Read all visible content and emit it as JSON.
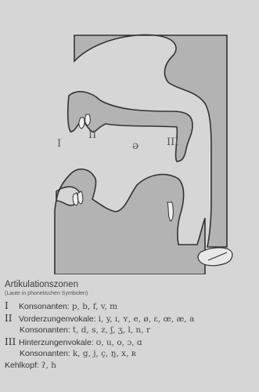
{
  "figure": {
    "schwa": "ə",
    "zones": [
      {
        "id": "I",
        "label": "I"
      },
      {
        "id": "II",
        "label": "II"
      },
      {
        "id": "III",
        "label": "III"
      }
    ],
    "colors": {
      "background": "#d6d6d6",
      "tract_fill": "#b3b3b3",
      "outline": "#333333"
    }
  },
  "legend": {
    "title": "Artikulationszonen",
    "subtitle": "(Laute in phonetischen Symbolen)",
    "zone1": {
      "num": "I",
      "category": "Konsonanten:",
      "symbols": "p, b, f, v, m"
    },
    "zone2": {
      "num": "II",
      "vowel_category": "Vorderzungenvokale:",
      "vowel_symbols": "i, y, ɪ, ʏ, e, ø, ɛ, œ, æ, a",
      "consonant_category": "Konsonanten:",
      "consonant_symbols": "t, d, s, z, ʃ, ʒ, l, n, r"
    },
    "zone3": {
      "num": "III",
      "vowel_category": "Hinterzungenvokale:",
      "vowel_symbols": "ʊ, u, o, ɔ, ɑ",
      "consonant_category": "Konsonanten:",
      "consonant_symbols": "k, g, j, ç, ŋ, x, ʀ"
    },
    "larynx": {
      "category": "Kehlkopf:",
      "symbols": "ʔ, h"
    }
  }
}
